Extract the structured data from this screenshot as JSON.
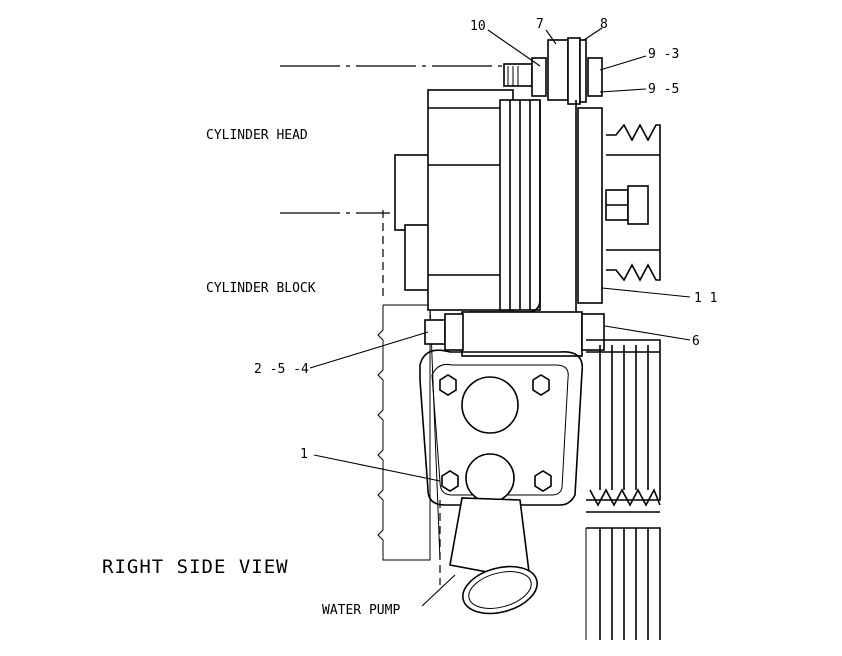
{
  "labels": {
    "cylinder_head": "CYLINDER HEAD",
    "cylinder_block": "CYLINDER BLOCK",
    "view_title": "RIGHT SIDE VIEW",
    "water_pump": "WATER PUMP"
  },
  "callouts": {
    "c10": "10",
    "c7": "7",
    "c8": "8",
    "c9_3": "9 -3",
    "c9_5": "9 -5",
    "c11": "1 1",
    "c6": "6",
    "c2_5_4": "2 -5 -4",
    "c1": "1"
  }
}
